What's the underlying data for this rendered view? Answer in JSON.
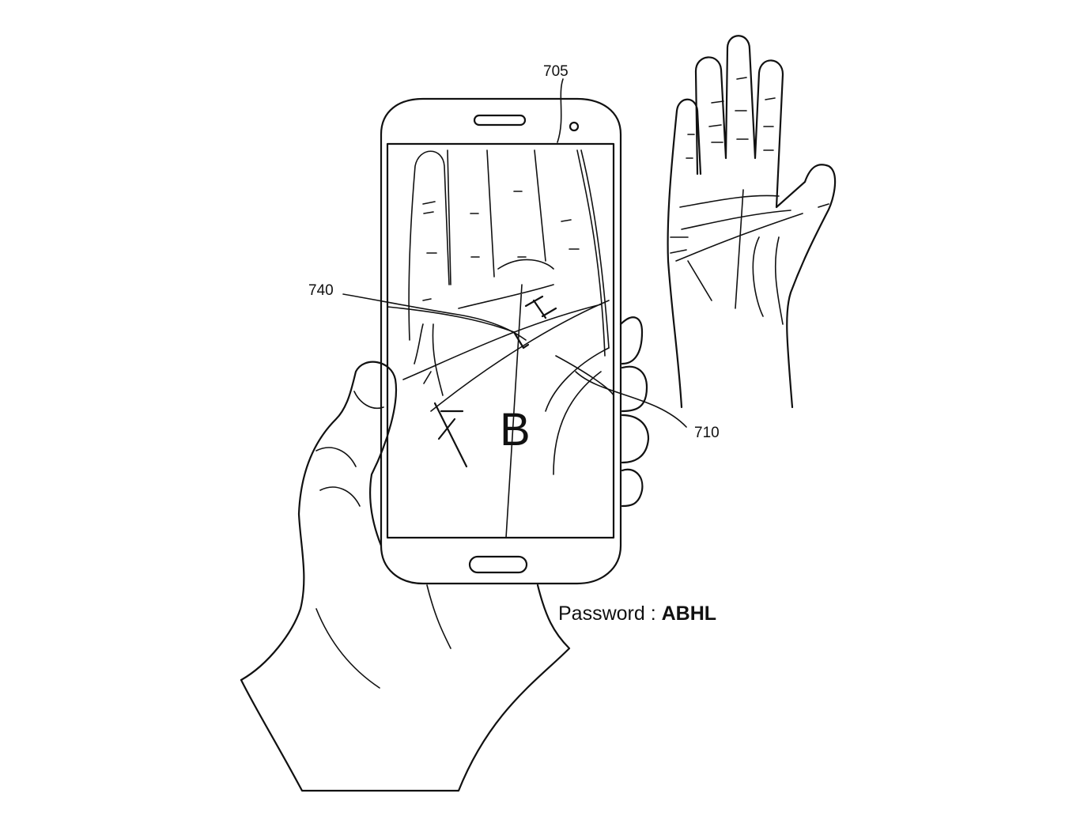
{
  "figure": {
    "reference_numerals": {
      "phone": "705",
      "palm_line_feature": "740",
      "palm_image": "710"
    },
    "palm_letter_b": "B",
    "password": {
      "label": "Password",
      "separator": ":",
      "value": "ABHL"
    }
  }
}
